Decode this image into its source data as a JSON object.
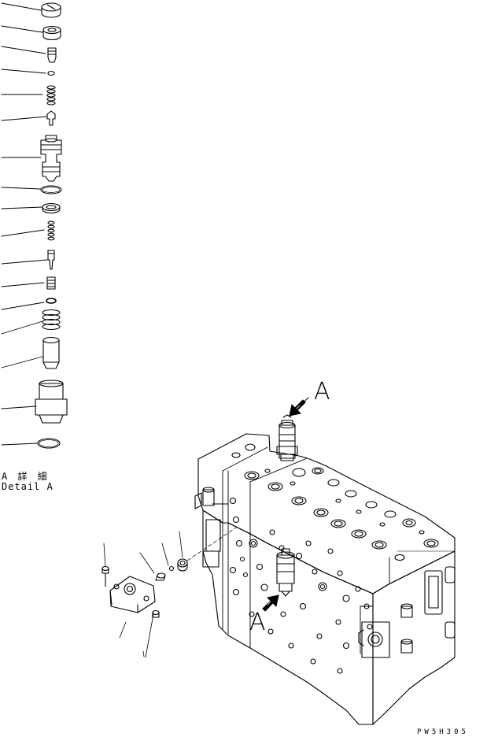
{
  "labels": {
    "detail_jp": "A 詳 細",
    "detail_en": "Detail A",
    "view_a_top": "A",
    "view_a_bottom": "A",
    "drawing_code": "PW5H305"
  },
  "colors": {
    "ink": "#000000",
    "paper": "#ffffff"
  },
  "parts": {
    "detail_a_exploded_stack": [
      "cap",
      "lock-nut",
      "adjust-screw",
      "o-ring",
      "spring",
      "poppet",
      "valve-body",
      "o-ring",
      "backup-ring",
      "spring",
      "poppet",
      "sleeve",
      "snap-ring",
      "spring",
      "piston",
      "housing",
      "o-ring"
    ],
    "side_cover_parts": [
      "bolt",
      "cover",
      "plug",
      "ball",
      "orifice",
      "bolt"
    ]
  }
}
